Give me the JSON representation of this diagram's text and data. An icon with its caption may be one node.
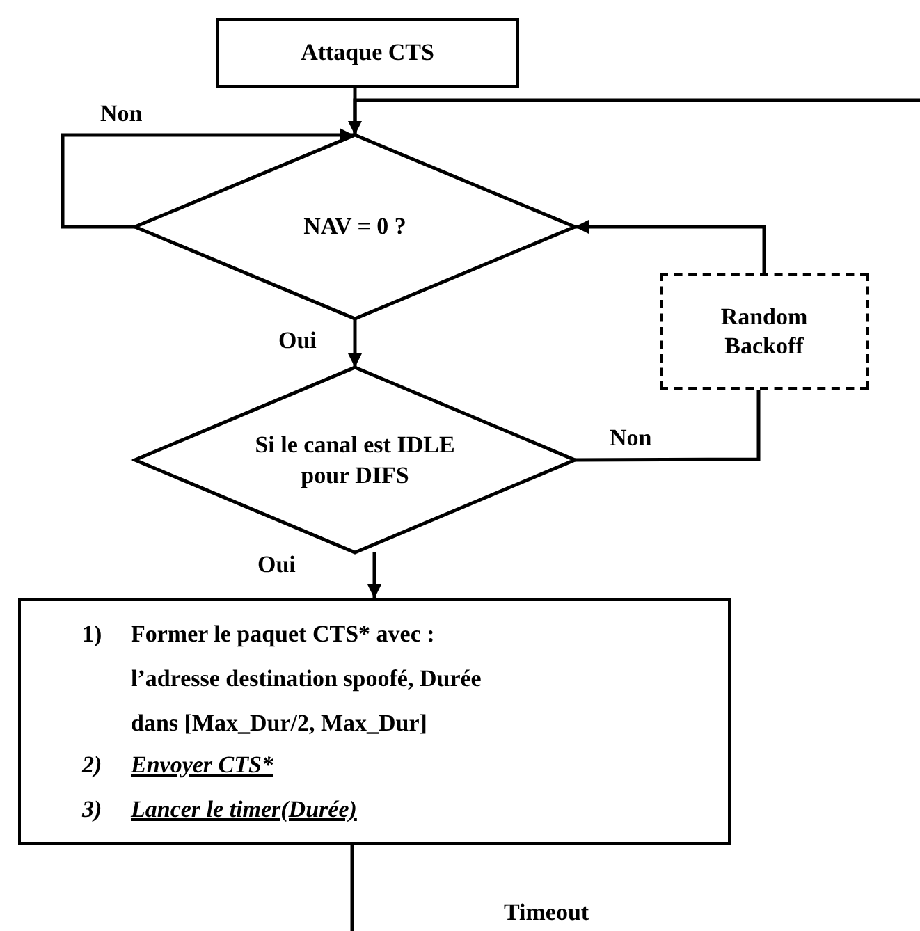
{
  "diagram": {
    "nodes": [
      {
        "text": [
          "Attaque CTS"
        ]
      },
      {
        "text": [
          "NAV = 0 ?"
        ]
      },
      {
        "text": [
          "Random Backoff"
        ]
      },
      {
        "text": [
          "Si le canal est IDLE pour DIFS"
        ]
      },
      {
        "text": [
          "1) Former le paquet CTS* avec : l’adresse destination spoofé, Durée dans [Max_Dur/2, Max_Dur]",
          "2) Envoyer CTS*",
          "3) Lancer le timer(Durée)"
        ]
      }
    ],
    "edges": [
      {
        "from": 0,
        "to": 1,
        "arrow": "none"
      },
      {
        "from": null,
        "to": 1,
        "arrow": "to"
      },
      {
        "from": 1,
        "to": 1,
        "arrow": "to",
        "label": "Non"
      },
      {
        "from": 1,
        "to": 3,
        "arrow": "to",
        "label": "Oui"
      },
      {
        "from": 2,
        "to": 1,
        "arrow": "to"
      },
      {
        "from": 3,
        "to": 2,
        "arrow": "none",
        "label": "Non"
      },
      {
        "from": 3,
        "to": 4,
        "arrow": "to",
        "label": "Oui"
      },
      {
        "from": 4,
        "to": null,
        "arrow": "none"
      }
    ],
    "labels": [
      "Timeout"
    ]
  }
}
